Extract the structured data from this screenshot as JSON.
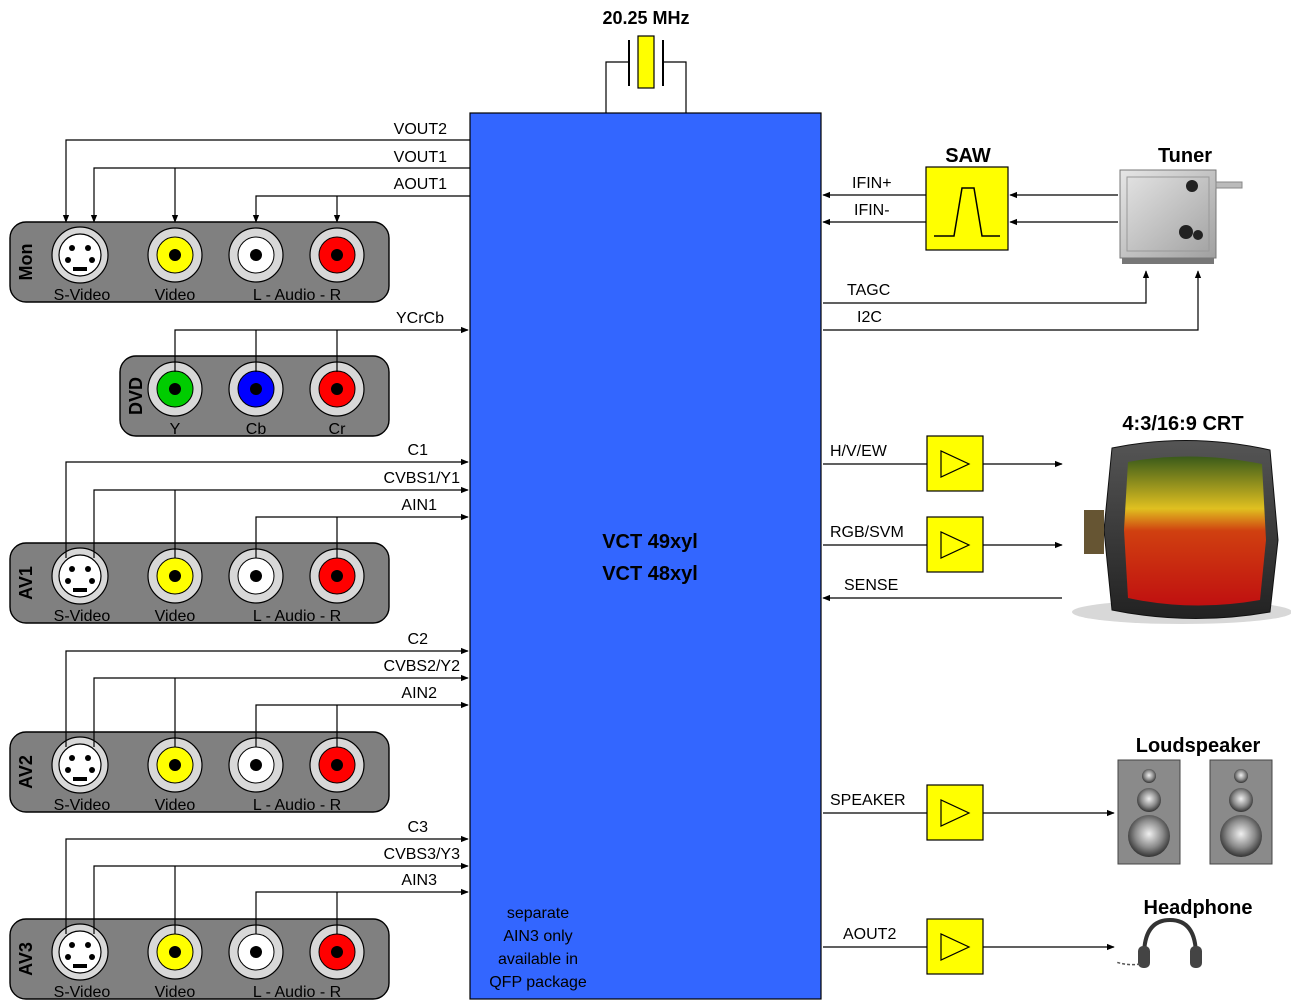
{
  "crystal": {
    "label": "20.25 MHz"
  },
  "chip": {
    "line1": "VCT 49xyl",
    "line2": "VCT 48xyl",
    "note": [
      "separate",
      "AIN3 only",
      "available in",
      "QFP package"
    ]
  },
  "panels": {
    "mon": {
      "title": "Mon",
      "labels": [
        "S-Video",
        "Video",
        "L - Audio - R"
      ]
    },
    "dvd": {
      "title": "DVD",
      "labels": [
        "Y",
        "Cb",
        "Cr"
      ]
    },
    "av1": {
      "title": "AV1",
      "labels": [
        "S-Video",
        "Video",
        "L - Audio - R"
      ]
    },
    "av2": {
      "title": "AV2",
      "labels": [
        "S-Video",
        "Video",
        "L - Audio - R"
      ]
    },
    "av3": {
      "title": "AV3",
      "labels": [
        "S-Video",
        "Video",
        "L - Audio - R"
      ]
    }
  },
  "signals_left": {
    "vout2": "VOUT2",
    "vout1": "VOUT1",
    "aout1": "AOUT1",
    "ycrcb": "YCrCb",
    "c1": "C1",
    "cvbs1": "CVBS1/Y1",
    "ain1": "AIN1",
    "c2": "C2",
    "cvbs2": "CVBS2/Y2",
    "ain2": "AIN2",
    "c3": "C3",
    "cvbs3": "CVBS3/Y3",
    "ain3": "AIN3"
  },
  "signals_right": {
    "ifin_p": "IFIN+",
    "ifin_m": "IFIN-",
    "tagc": "TAGC",
    "i2c": "I2C",
    "hvew": "H/V/EW",
    "rgbsvm": "RGB/SVM",
    "sense": "SENSE",
    "speaker": "SPEAKER",
    "aout2": "AOUT2"
  },
  "devices": {
    "saw": "SAW",
    "tuner": "Tuner",
    "crt": "4:3/16:9 CRT",
    "loudspeaker": "Loudspeaker",
    "headphone": "Headphone"
  },
  "colors": {
    "chip": "#3366ff",
    "panel": "#808080",
    "amp": "#ffff00",
    "jack_yellow": "#ffff00",
    "jack_white": "#ffffff",
    "jack_red": "#ff0000",
    "jack_green": "#00cc00",
    "jack_blue": "#0000ff"
  }
}
